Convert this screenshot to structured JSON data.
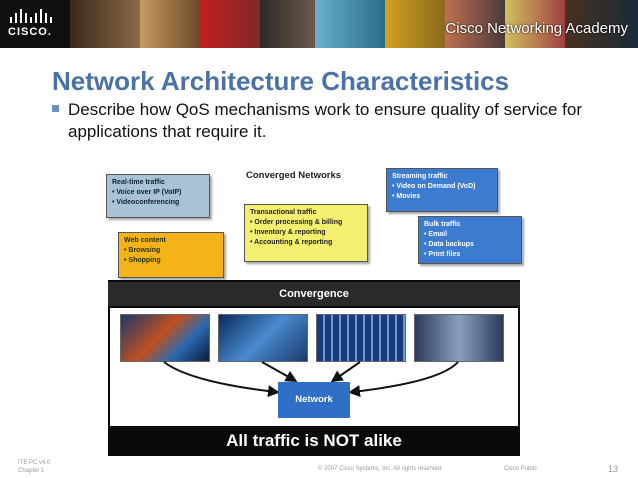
{
  "header": {
    "logo_text": "CISCO.",
    "academy_label": "Cisco Networking Academy"
  },
  "slide": {
    "title": "Network Architecture Characteristics",
    "bullet": "Describe how QoS mechanisms work to ensure quality of service for applications that require it."
  },
  "diagram": {
    "converged_title": "Converged Networks",
    "realtime": {
      "title": "Real-time traffic",
      "items": [
        "• Voice over IP (VoIP)",
        "• Videoconferencing"
      ]
    },
    "webcontent": {
      "title": "Web content",
      "items": [
        "• Browsing",
        "• Shopping"
      ]
    },
    "transactional": {
      "title": "Transactional traffic",
      "items": [
        "• Order processing & billing",
        "• Inventory & reporting",
        "• Accounting & reporting"
      ]
    },
    "streaming": {
      "title": "Streaming traffic",
      "items": [
        "• Video on Demand (VoD)",
        "• Movies"
      ]
    },
    "bulk": {
      "title": "Bulk traffic",
      "items": [
        "• Email",
        "• Data backups",
        "• Print files"
      ]
    },
    "convergence_label": "Convergence",
    "network_label": "Network",
    "not_alike_label": "All traffic is NOT alike"
  },
  "footer": {
    "course": "ITE PC v4.0",
    "chapter": "Chapter 1",
    "copyright": "© 2007 Cisco Systems, Inc. All rights reserved.",
    "classification": "Cisco Public",
    "page_number": "13"
  },
  "colors": {
    "title": "#4a72a8",
    "realtime_box": "#a9c3d6",
    "webcontent_box": "#f3b319",
    "transactional_box": "#f4ef6e",
    "streaming_box": "#3b7bd0",
    "bulk_box": "#3b7bd0",
    "network_box": "#2f6fc6"
  }
}
